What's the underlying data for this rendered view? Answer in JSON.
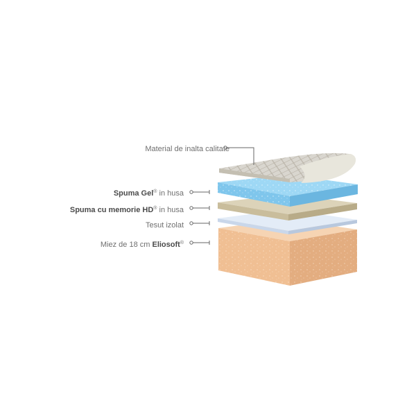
{
  "diagram": {
    "labels": [
      {
        "plain_before": "Material de inalta calitate",
        "bold": "",
        "sup": "",
        "plain_after": ""
      },
      {
        "plain_before": "",
        "bold": "Spuma Gel",
        "sup": "®",
        "plain_after": " in husa"
      },
      {
        "plain_before": "",
        "bold": "Spuma cu memorie HD",
        "sup": "®",
        "plain_after": " in husa"
      },
      {
        "plain_before": "Tesut izolat",
        "bold": "",
        "sup": "",
        "plain_after": ""
      },
      {
        "plain_before": "Miez de 18 cm ",
        "bold": "Eliosoft",
        "sup": "®",
        "plain_after": ""
      }
    ],
    "colors": {
      "cover": "#e6e6de",
      "gel": "#8fd0f2",
      "memory": "#d8cfb4",
      "fabric": "#e3ecf7",
      "core": "#f2c49a",
      "leader": "#666666"
    }
  }
}
